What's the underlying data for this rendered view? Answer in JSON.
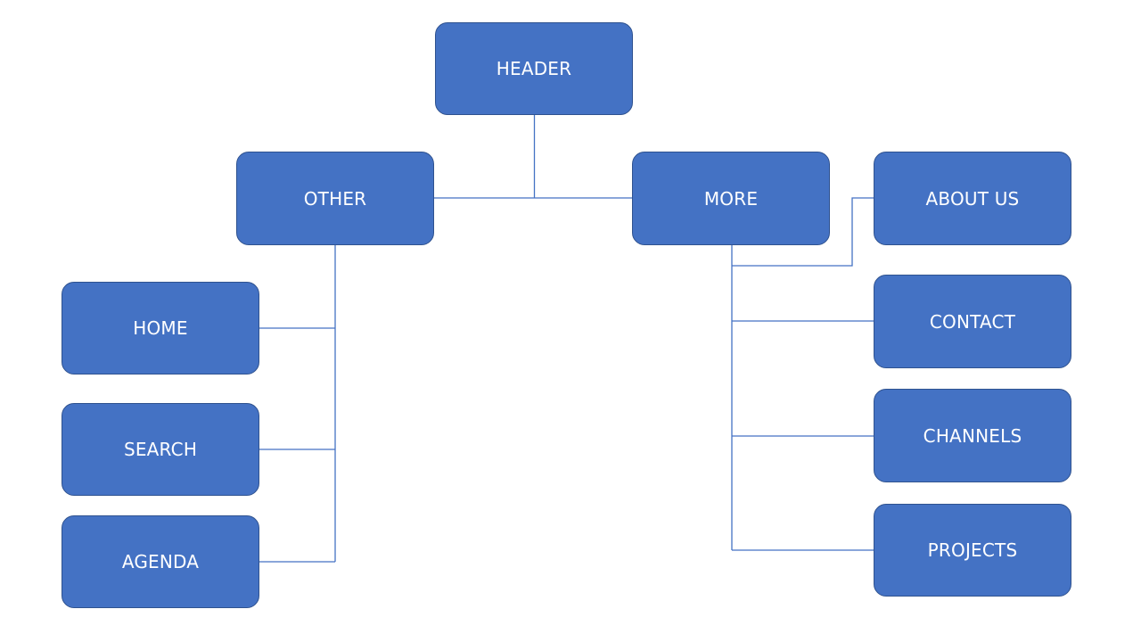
{
  "colors": {
    "node_fill": "#4472c4",
    "node_border": "#2f528f",
    "node_text": "#ffffff",
    "connector": "#4472c4"
  },
  "nodes": {
    "header": "HEADER",
    "other": "OTHER",
    "more": "MORE",
    "home": "HOME",
    "search": "SEARCH",
    "agenda": "AGENDA",
    "about_us": "ABOUT US",
    "contact": "CONTACT",
    "channels": "CHANNELS",
    "projects": "PROJECTS"
  }
}
